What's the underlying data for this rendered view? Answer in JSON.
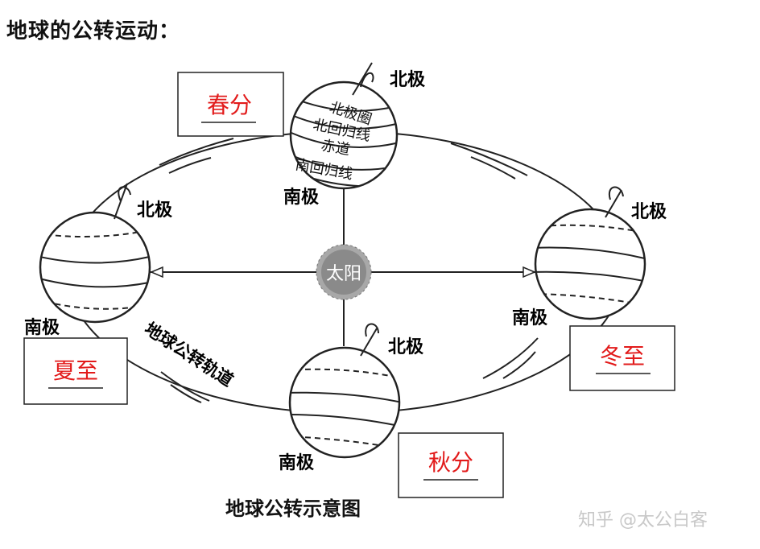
{
  "page_title": "地球的公转运动：",
  "diagram_caption": "地球公转示意图",
  "watermark": "知乎 @太公白客",
  "center": {
    "label": "太阳"
  },
  "orbit_label": "地球公转轨道",
  "seasons": {
    "spring_equinox": "春分",
    "summer_solstice": "夏至",
    "autumn_equinox": "秋分",
    "winter_solstice": "冬至"
  },
  "pole_labels": {
    "north": "北极",
    "south": "南极"
  },
  "earth_lines": {
    "arctic_circle": "北极圈",
    "tropic_of_cancer": "北回归线",
    "equator": "赤道",
    "tropic_of_capricorn": "南回归线"
  },
  "colors": {
    "season_text": "#e21b1b",
    "line": "#222222",
    "sun": "#8a8a8a"
  }
}
